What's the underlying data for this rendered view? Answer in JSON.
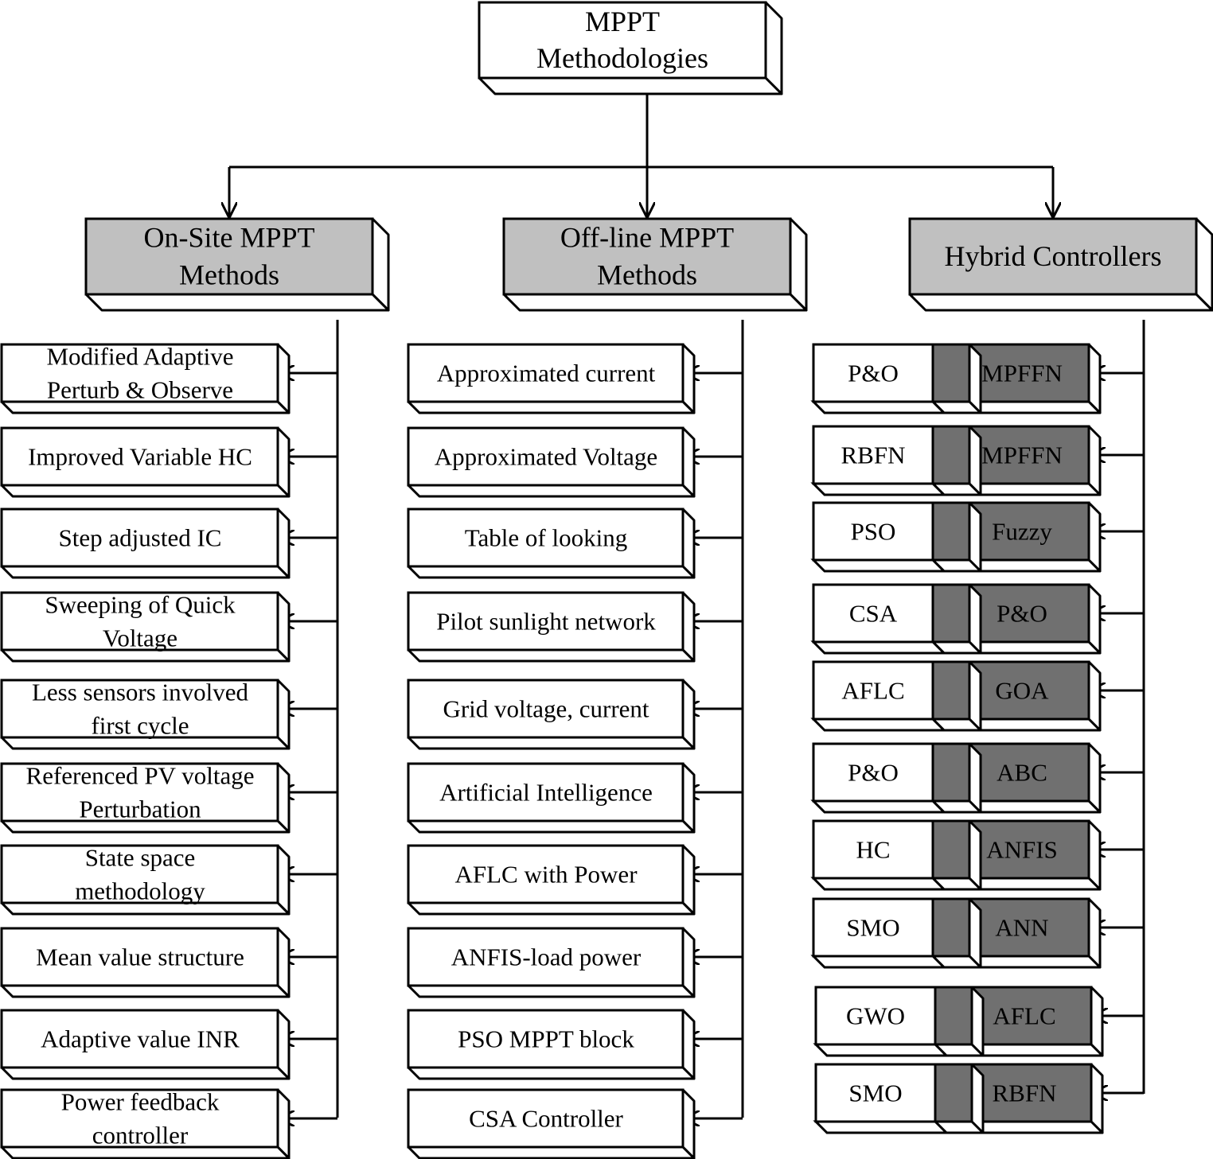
{
  "root": {
    "lines": [
      "MPPT",
      "Methodologies"
    ]
  },
  "categories": [
    {
      "lines": [
        "On-Site MPPT",
        "Methods"
      ]
    },
    {
      "lines": [
        "Off-line MPPT",
        "Methods"
      ]
    },
    {
      "lines": [
        "Hybrid Controllers"
      ]
    }
  ],
  "onsite_methods": [
    [
      "Modified Adaptive",
      "Perturb & Observe"
    ],
    [
      "Improved Variable HC"
    ],
    [
      "Step adjusted IC"
    ],
    [
      "Sweeping of Quick",
      "Voltage"
    ],
    [
      "Less sensors involved",
      "first cycle"
    ],
    [
      "Referenced PV voltage",
      "Perturbation"
    ],
    [
      "State space",
      "methodology"
    ],
    [
      "Mean value structure"
    ],
    [
      "Adaptive value INR"
    ],
    [
      "Power feedback",
      "controller"
    ]
  ],
  "offline_methods": [
    "Approximated current",
    "Approximated Voltage",
    "Table of looking",
    "Pilot sunlight network",
    "Grid voltage, current",
    "Artificial Intelligence",
    "AFLC with Power",
    "ANFIS-load power",
    "PSO MPPT block",
    "CSA Controller"
  ],
  "hybrid_pairs": [
    {
      "left": "P&O",
      "right": "MPFFN"
    },
    {
      "left": "RBFN",
      "right": "MPFFN"
    },
    {
      "left": "PSO",
      "right": "Fuzzy"
    },
    {
      "left": "CSA",
      "right": "P&O"
    },
    {
      "left": "AFLC",
      "right": "GOA"
    },
    {
      "left": "P&O",
      "right": "ABC"
    },
    {
      "left": "HC",
      "right": "ANFIS"
    },
    {
      "left": "SMO",
      "right": "ANN"
    },
    {
      "left": "GWO",
      "right": "AFLC"
    },
    {
      "left": "SMO",
      "right": "RBFN"
    }
  ],
  "colors": {
    "box_fill": "#ffffff",
    "box_side": "#ffffff",
    "category_fill": "#c0c0c0",
    "hybrid_dark": "#707070",
    "stroke": "#000000"
  }
}
